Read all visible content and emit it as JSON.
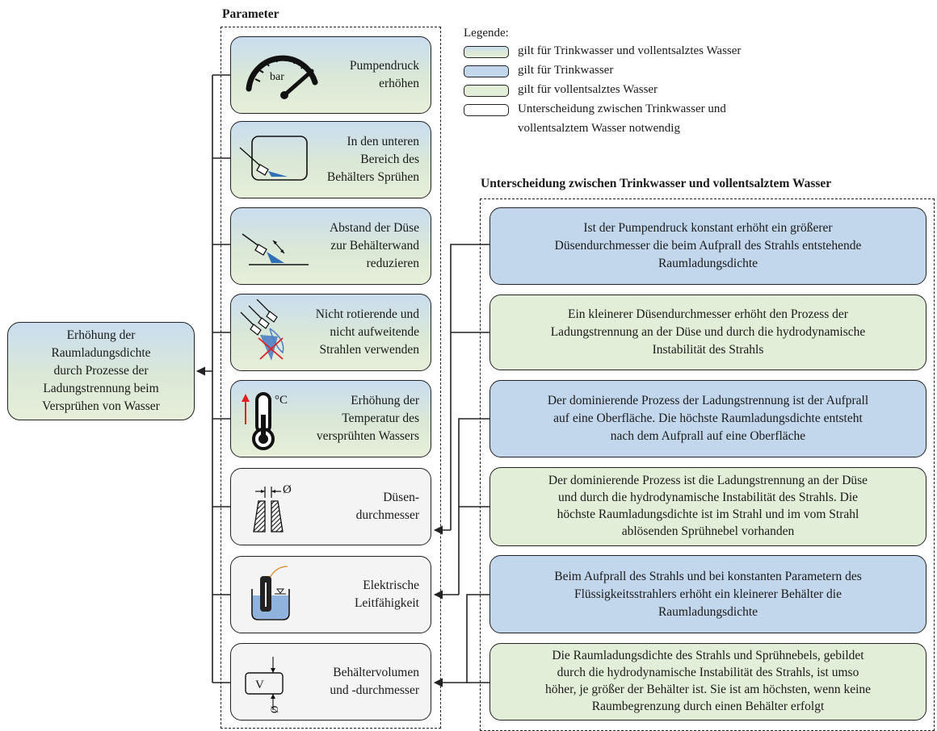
{
  "headings": {
    "parameter": "Parameter",
    "unterscheidung": "Unterscheidung zwischen Trinkwasser und vollentsalztem Wasser"
  },
  "legend": {
    "title": "Legende:",
    "items": [
      {
        "text": "gilt für Trinkwasser und vollentsalztes Wasser",
        "type": "both"
      },
      {
        "text": "gilt für Trinkwasser",
        "type": "trink"
      },
      {
        "text": "gilt für vollentsalztes Wasser",
        "type": "voll"
      },
      {
        "text": "Unterscheidung zwischen Trinkwasser und",
        "line2": "vollentsalztem Wasser notwendig",
        "type": "neutral"
      }
    ]
  },
  "goal": {
    "lines": [
      "Erhöhung der",
      "Raumladungsdichte",
      "durch Prozesse der",
      "Ladungstrennung beim",
      "Versprühen von Wasser"
    ]
  },
  "parameters": [
    {
      "lines": [
        "Pumpendruck",
        "erhöhen"
      ],
      "icon": "gauge-icon",
      "icon_text": "bar"
    },
    {
      "lines": [
        "In den unteren",
        "Bereich des",
        "Behälters Sprühen"
      ],
      "icon": "spray-container-icon"
    },
    {
      "lines": [
        "Abstand der Düse",
        "zur Behälterwand",
        "reduzieren"
      ],
      "icon": "nozzle-distance-icon"
    },
    {
      "lines": [
        "Nicht rotierende und",
        "nicht aufweitende",
        "Strahlen verwenden"
      ],
      "icon": "jets-icon"
    },
    {
      "lines": [
        "Erhöhung der",
        "Temperatur des",
        "versprühten Wassers"
      ],
      "icon": "thermometer-icon",
      "icon_text": "°C"
    },
    {
      "lines": [
        "Düsen-",
        "durchmesser"
      ],
      "icon": "nozzle-diameter-icon",
      "icon_text": "Ø"
    },
    {
      "lines": [
        "Elektrische",
        "Leitfähigkeit"
      ],
      "icon": "conductivity-icon"
    },
    {
      "lines": [
        "Behältervolumen",
        "und -durchmesser"
      ],
      "icon": "container-volume-icon",
      "icon_text": "V",
      "icon_text2": "Ø"
    }
  ],
  "distinctions": [
    {
      "lines": [
        "Ist der Pumpendruck konstant erhöht ein größerer",
        "Düsendurchmesser die beim Aufprall des Strahls entstehende",
        "Raumladungsdichte"
      ],
      "type": "trink"
    },
    {
      "lines": [
        "Ein kleinerer Düsendurchmesser erhöht den Prozess der",
        "Ladungstrennung an der Düse und durch die hydrodynamische",
        "Instabilität des Strahls"
      ],
      "type": "voll"
    },
    {
      "lines": [
        "Der dominierende Prozess der Ladungstrennung ist der Aufprall",
        "auf eine Oberfläche. Die höchste Raumladungsdichte entsteht",
        "nach dem Aufprall auf eine Oberfläche"
      ],
      "type": "trink"
    },
    {
      "lines": [
        "Der dominierende Prozess ist die Ladungstrennung an der Düse",
        "und durch die hydrodynamische Instabilität des Strahls. Die",
        "höchste Raumladungsdichte ist im Strahl und im vom Strahl",
        "ablösenden Sprühnebel vorhanden"
      ],
      "type": "voll"
    },
    {
      "lines": [
        "Beim Aufprall des Strahls und bei konstanten Parametern des",
        "Flüssigkeitsstrahlers erhöht ein kleinerer Behälter die",
        "Raumladungsdichte"
      ],
      "type": "trink"
    },
    {
      "lines": [
        "Die Raumladungsdichte des Strahls und Sprühnebels, gebildet",
        "durch die hydrodynamische Instabilität des Strahls, ist umso",
        "höher, je größer der Behälter ist. Sie ist am höchsten, wenn keine",
        "Raumbegrenzung durch einen Behälter erfolgt"
      ],
      "type": "voll"
    }
  ],
  "colors": {
    "trink": "#c3d7ec",
    "voll": "#e3eed8",
    "neutral": "#f4f4f4",
    "line": "#222222",
    "accent_blue": "#2f6fb5",
    "accent_red": "#e02020"
  }
}
